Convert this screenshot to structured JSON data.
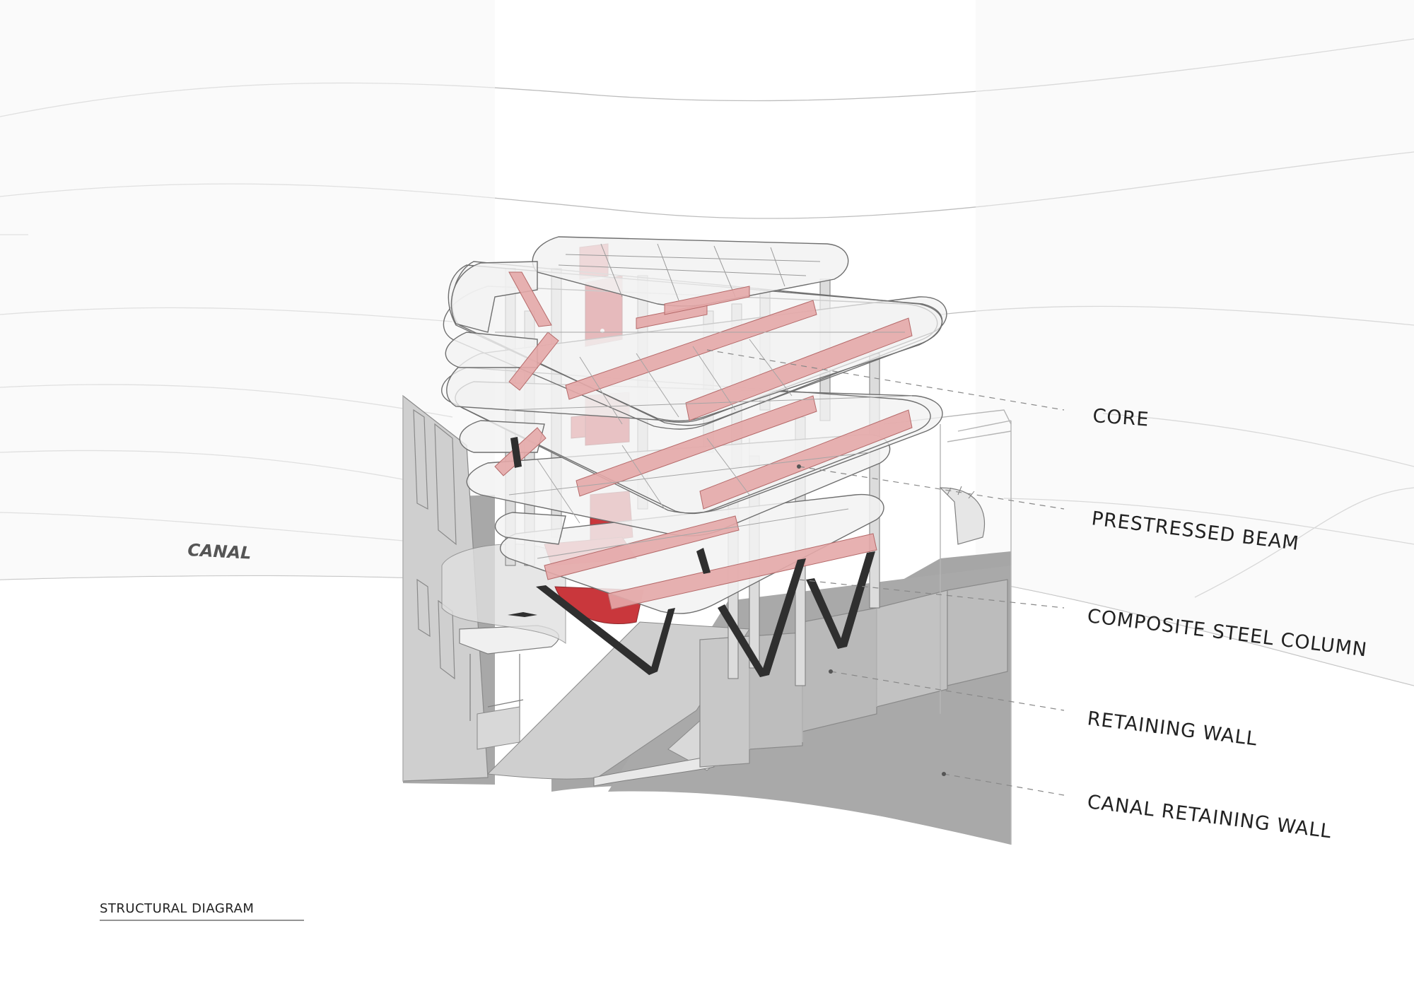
{
  "title": "STRUCTURAL DIAGRAM",
  "site_label": "CANAL",
  "callouts": [
    {
      "id": "core",
      "label": "CORE"
    },
    {
      "id": "prestressed-beam",
      "label": "PRESTRESSED BEAM"
    },
    {
      "id": "composite-steel-column",
      "label": "COMPOSITE STEEL COLUMN"
    },
    {
      "id": "retaining-wall",
      "label": "RETAINING WALL"
    },
    {
      "id": "canal-retaining-wall",
      "label": "CANAL RETAINING WALL"
    }
  ],
  "colors": {
    "core": "#c9373c",
    "beam": "#e4a8a8",
    "column": "#2f2f2f",
    "retaining_wall": "#a6a6a6",
    "slab": "#f2f2f2"
  }
}
